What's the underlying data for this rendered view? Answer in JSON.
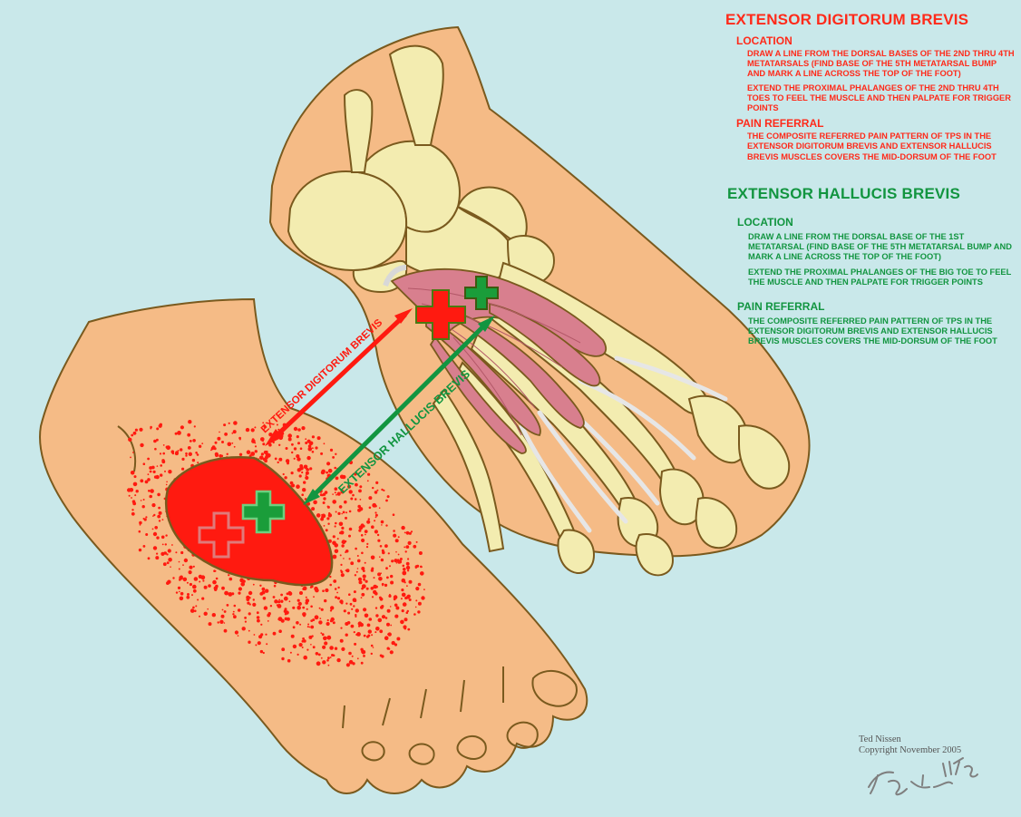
{
  "edb": {
    "title": "EXTENSOR DIGITORUM BREVIS",
    "location_heading": "LOCATION",
    "location_text_1": "DRAW A LINE FROM THE DORSAL BASES OF THE 2ND THRU 4TH METATARSALS (FIND BASE OF THE 5TH METATARSAL BUMP AND MARK A LINE ACROSS THE TOP OF THE FOOT)",
    "location_text_2": "EXTEND THE PROXIMAL PHALANGES OF THE 2ND THRU 4TH TOES TO FEEL THE MUSCLE AND THEN PALPATE FOR TRIGGER POINTS",
    "pain_heading": "PAIN REFERRAL",
    "pain_text": "THE COMPOSITE REFERRED PAIN PATTERN OF TPS IN THE EXTENSOR DIGITORUM BREVIS AND EXTENSOR HALLUCIS BREVIS MUSCLES COVERS THE MID-DORSUM OF THE FOOT"
  },
  "ehb": {
    "title": "EXTENSOR HALLUCIS BREVIS",
    "location_heading": "LOCATION",
    "location_text_1": "DRAW A LINE FROM THE DORSAL BASE OF THE 1ST METATARSAL (FIND BASE OF THE 5TH METATARSAL BUMP AND MARK A LINE ACROSS THE TOP OF THE FOOT)",
    "location_text_2": "EXTEND THE PROXIMAL PHALANGES OF THE BIG TOE TO FEEL THE MUSCLE AND THEN PALPATE FOR TRIGGER POINTS",
    "pain_heading": "PAIN REFERRAL",
    "pain_text": "THE COMPOSITE REFERRED PAIN PATTERN OF TPS IN THE EXTENSOR DIGITORUM BREVIS AND EXTENSOR HALLUCIS BREVIS MUSCLES COVERS THE MID-DORSUM OF THE FOOT"
  },
  "arrows": {
    "red_label": "EXTENSOR DIGITORUM BREVIS",
    "green_label": "EXTENSOR HALLUCIS BREVIS"
  },
  "credit": {
    "author": "Ted Nissen",
    "copyright": "Copyright November 2005",
    "signature": "TN 11/05"
  },
  "colors": {
    "background": "#c9e8ea",
    "skin": "#f5bb86",
    "outline": "#7a5a1e",
    "bone": "#f3ecb0",
    "muscle": "#d87f8e",
    "pain": "#ff1a10",
    "green": "#129540"
  }
}
